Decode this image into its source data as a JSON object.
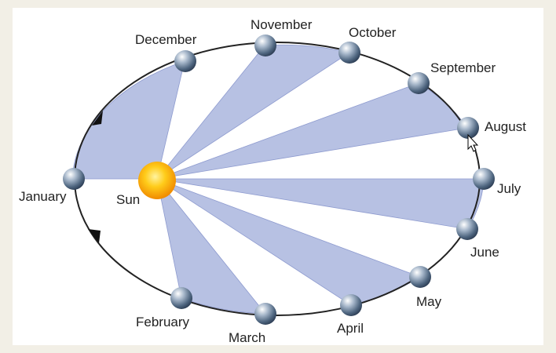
{
  "diagram": {
    "sun_label": "Sun",
    "months": [
      {
        "key": "january",
        "label": "January"
      },
      {
        "key": "february",
        "label": "February"
      },
      {
        "key": "march",
        "label": "March"
      },
      {
        "key": "april",
        "label": "April"
      },
      {
        "key": "may",
        "label": "May"
      },
      {
        "key": "june",
        "label": "June"
      },
      {
        "key": "july",
        "label": "July"
      },
      {
        "key": "august",
        "label": "August"
      },
      {
        "key": "september",
        "label": "September"
      },
      {
        "key": "october",
        "label": "October"
      },
      {
        "key": "november",
        "label": "November"
      },
      {
        "key": "december",
        "label": "December"
      }
    ],
    "colors": {
      "background": "#f2efe6",
      "panel": "#ffffff",
      "sector_fill": "#b7c1e3",
      "orbit": "#222222",
      "sun": "#ffb300"
    }
  }
}
